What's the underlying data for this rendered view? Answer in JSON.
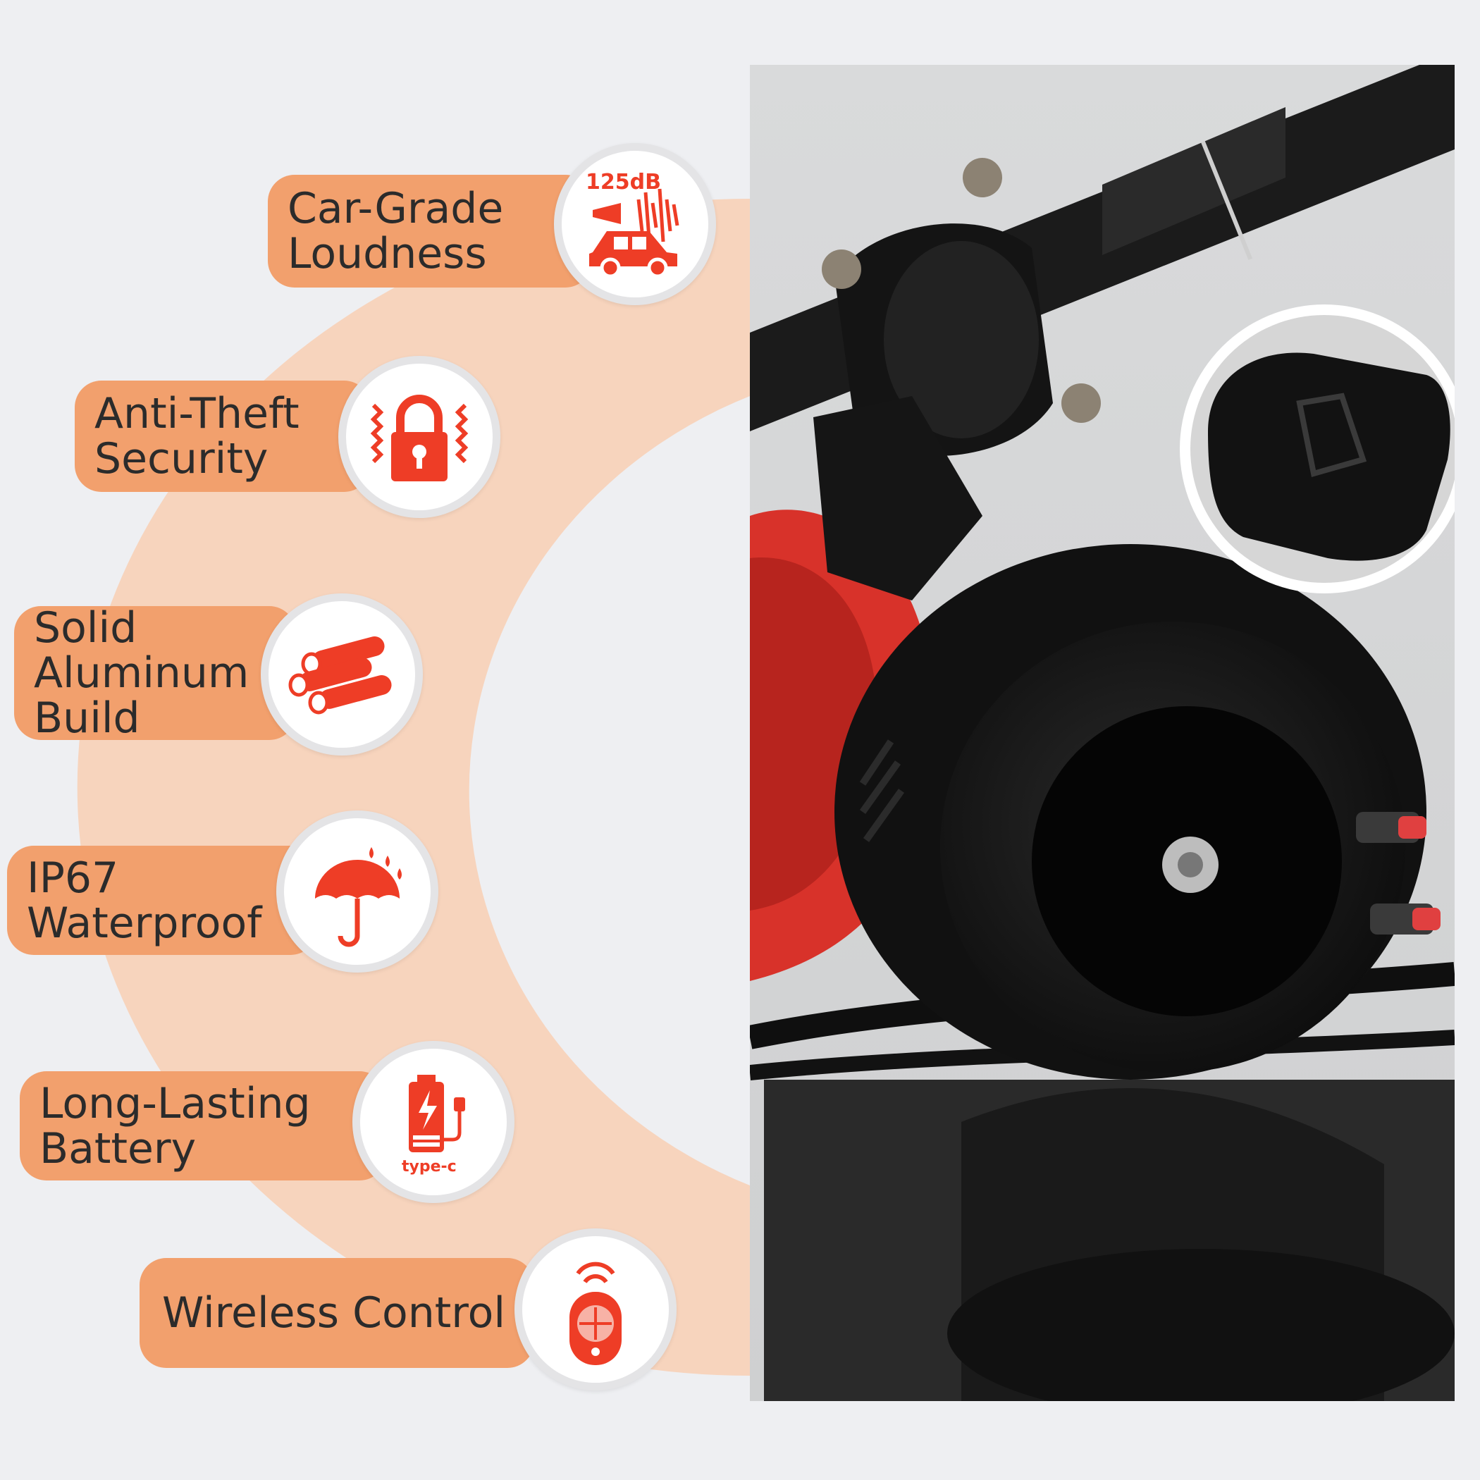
{
  "colors": {
    "background": "#eeeff2",
    "label_fill": "#f2a06d",
    "arc_fill": "#f7d4bd",
    "icon_red": "#ee3d26",
    "label_text": "#2b2b2b"
  },
  "features": [
    {
      "label": "Car-Grade\nLoudness",
      "icon": "car-horn-icon",
      "icon_text": "125dB"
    },
    {
      "label": "Anti-Theft\nSecurity",
      "icon": "vibrating-lock-icon"
    },
    {
      "label": "Solid\nAluminum\nBuild",
      "icon": "aluminum-bars-icon"
    },
    {
      "label": "IP67\nWaterproof",
      "icon": "umbrella-rain-icon"
    },
    {
      "label": "Long-Lasting\nBattery",
      "icon": "battery-charging-icon",
      "icon_text": "type-c"
    },
    {
      "label": "Wireless Control",
      "icon": "remote-control-icon"
    }
  ],
  "photo": {
    "description_icon": "bike-alarm-horn-photo",
    "inset_icon": "wired-button-inset"
  }
}
